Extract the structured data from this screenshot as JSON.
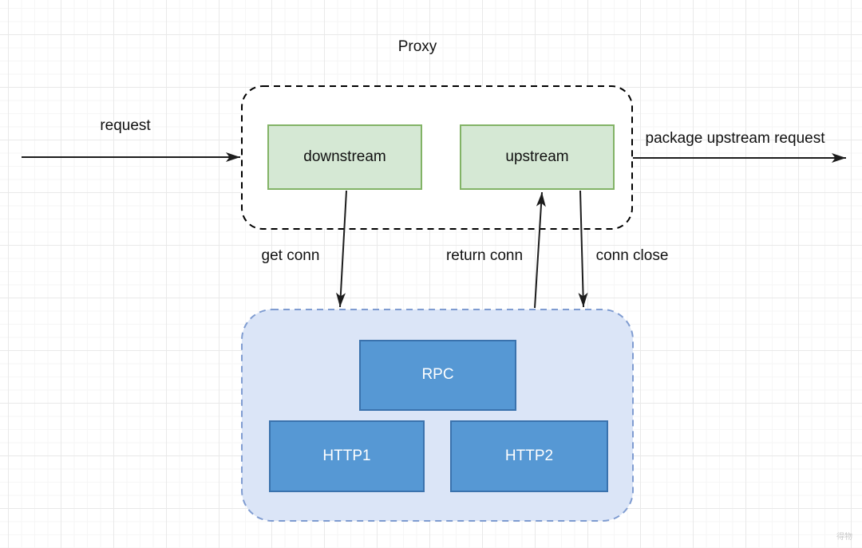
{
  "diagram": {
    "title": "Proxy",
    "proxy_group": {
      "nodes": {
        "downstream": "downstream",
        "upstream": "upstream"
      }
    },
    "backend_group": {
      "nodes": {
        "rpc": "RPC",
        "http1": "HTTP1",
        "http2": "HTTP2"
      }
    },
    "edges": {
      "request": "request",
      "package_upstream_request": "package upstream request",
      "get_conn": "get conn",
      "return_conn": "return conn",
      "conn_close": "conn close"
    },
    "watermark": "得物"
  },
  "colors": {
    "edge": "#1c1c1c",
    "label": "#111111",
    "proxy-fill": "#ffffff",
    "proxy-stroke": "#000000",
    "node-green-fill": "#d5e8d4",
    "node-green-stroke": "#82b366",
    "backend-fill": "#dbe5f7",
    "backend-stroke": "#7f9cd1",
    "node-blue-fill": "#5698d4",
    "node-blue-stroke": "#3a72ad",
    "node-blue-text": "#ffffff",
    "watermark": "#c9c9c9",
    "grid-minor": "#f6f6f6",
    "grid-major": "#e9e9e9"
  }
}
